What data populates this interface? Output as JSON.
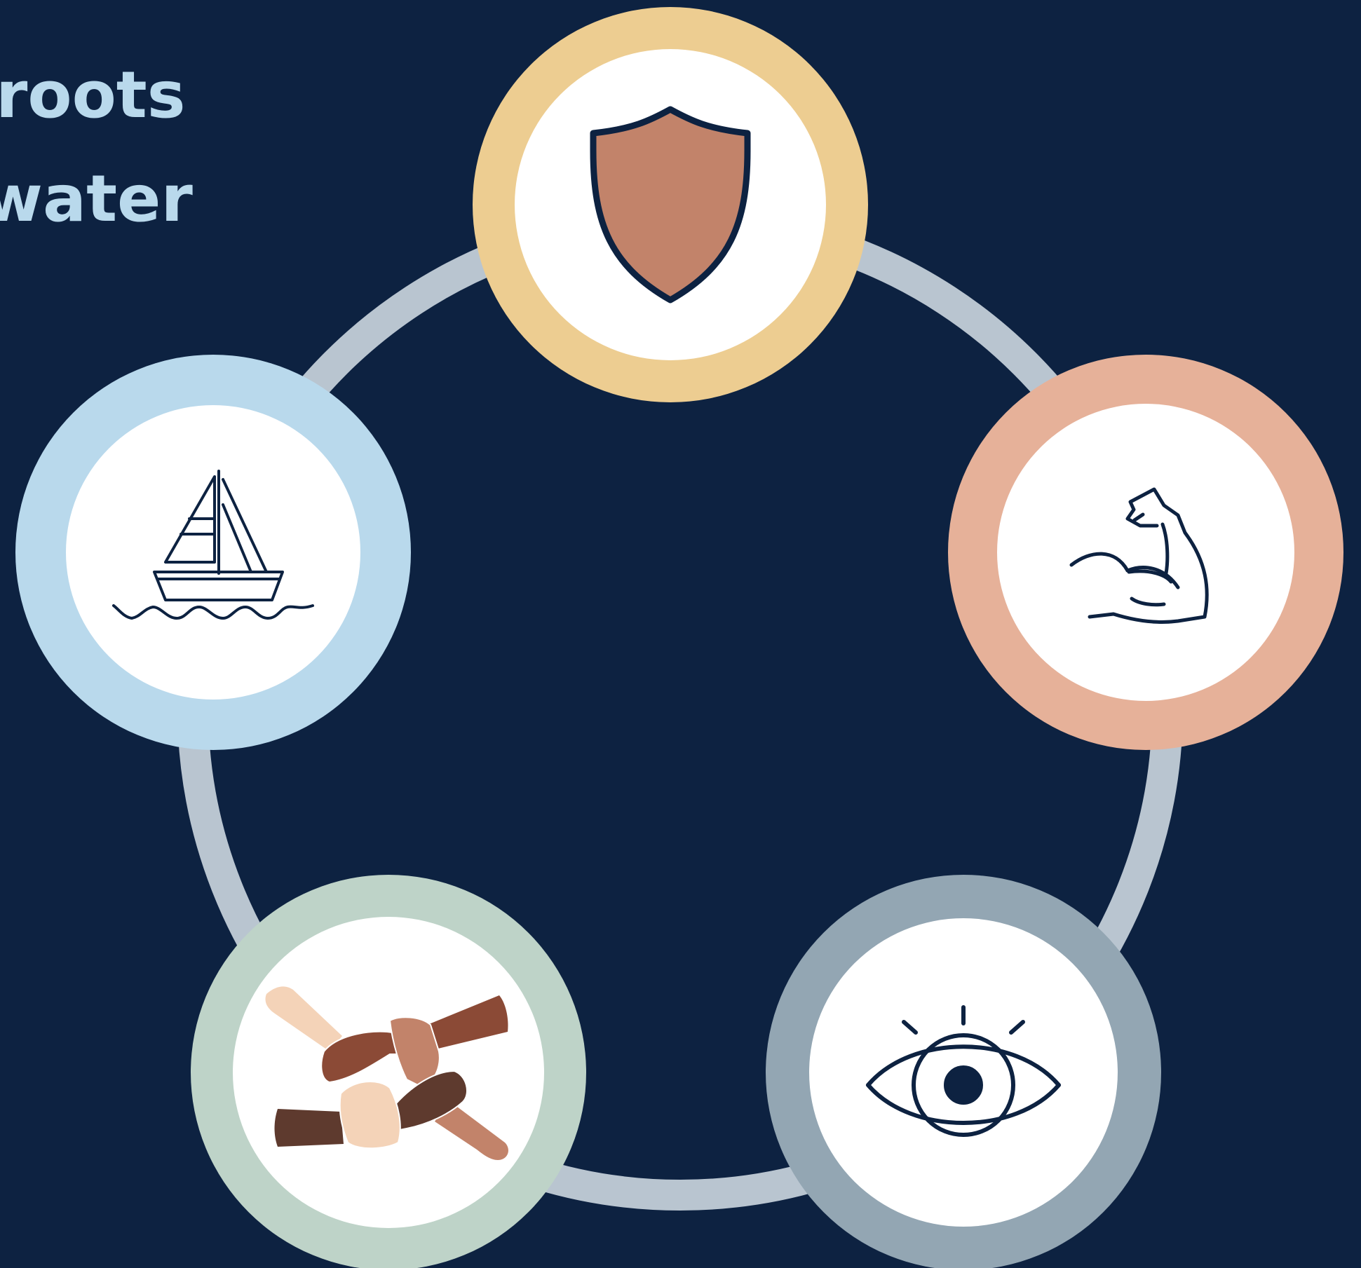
{
  "heading": {
    "line1": "roots",
    "line2": "water"
  },
  "colors": {
    "background": "#0d2241",
    "ring": "#b9c5d0",
    "heading_text": "#b9d9ec",
    "icon_stroke": "#0d2241",
    "node_inner": "#ffffff"
  },
  "nodes": [
    {
      "id": "shield",
      "icon": "shield-icon",
      "ring_color": "#edcd91"
    },
    {
      "id": "strength",
      "icon": "flexed-arm-icon",
      "ring_color": "#e6b199"
    },
    {
      "id": "vision",
      "icon": "eye-icon",
      "ring_color": "#93a6b3"
    },
    {
      "id": "unity",
      "icon": "joined-hands-icon",
      "ring_color": "#bed3c8"
    },
    {
      "id": "journey",
      "icon": "sailboat-icon",
      "ring_color": "#b9d9ec"
    }
  ]
}
